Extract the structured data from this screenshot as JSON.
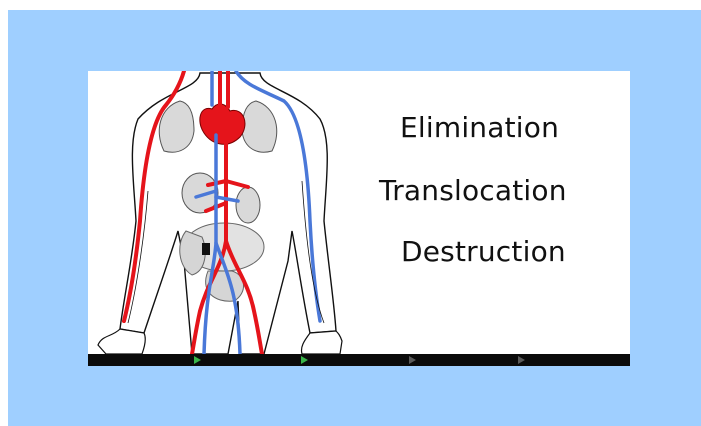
{
  "slide": {
    "terms": [
      "Elimination",
      "Translocation",
      "Destruction"
    ]
  },
  "timeline": {
    "markers": [
      {
        "name": "timeline-marker-1",
        "state": "visited",
        "color": "#39b54a"
      },
      {
        "name": "timeline-marker-2",
        "state": "visited",
        "color": "#39b54a"
      },
      {
        "name": "timeline-marker-3",
        "state": "upcoming",
        "color": "#5a5a5a"
      },
      {
        "name": "timeline-marker-4",
        "state": "upcoming",
        "color": "#5a5a5a"
      }
    ]
  },
  "colors": {
    "frame": "#9fcfff",
    "artery": "#e5141b",
    "vein": "#4a78d8"
  }
}
